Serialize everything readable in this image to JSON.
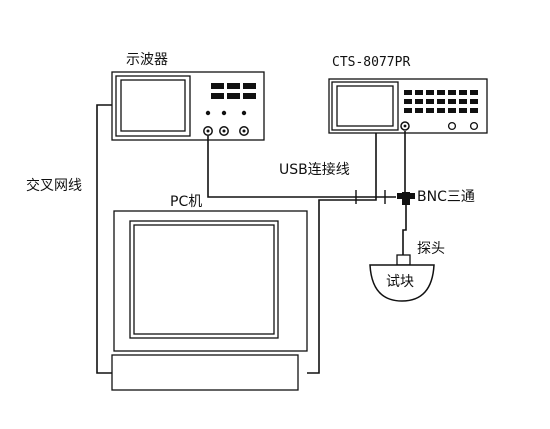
{
  "labels": {
    "oscilloscope": "示波器",
    "instrument": "CTS-8077PR",
    "crossover_cable": "交叉网线",
    "pc": "PC机",
    "usb_cable": "USB连接线",
    "bnc_tee": "BNC三通",
    "probe": "探头",
    "test_block": "试块"
  },
  "colors": {
    "line": "#111111",
    "background": "#ffffff"
  }
}
